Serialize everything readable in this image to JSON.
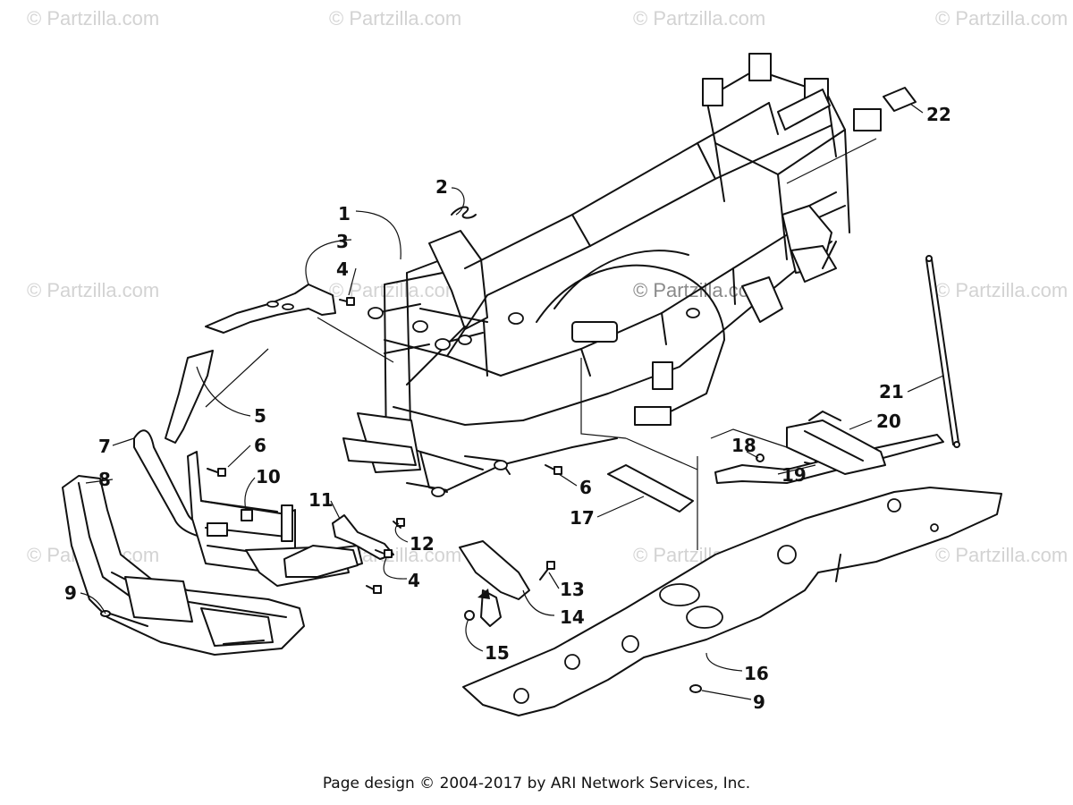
{
  "watermark": "© Partzilla.com",
  "footer": "Page design © 2004-2017 by ARI Network Services, Inc.",
  "callouts": [
    "1",
    "2",
    "3",
    "4",
    "4",
    "5",
    "6",
    "6",
    "7",
    "8",
    "9",
    "9",
    "10",
    "11",
    "12",
    "13",
    "14",
    "15",
    "16",
    "17",
    "18",
    "19",
    "20",
    "21",
    "22"
  ]
}
